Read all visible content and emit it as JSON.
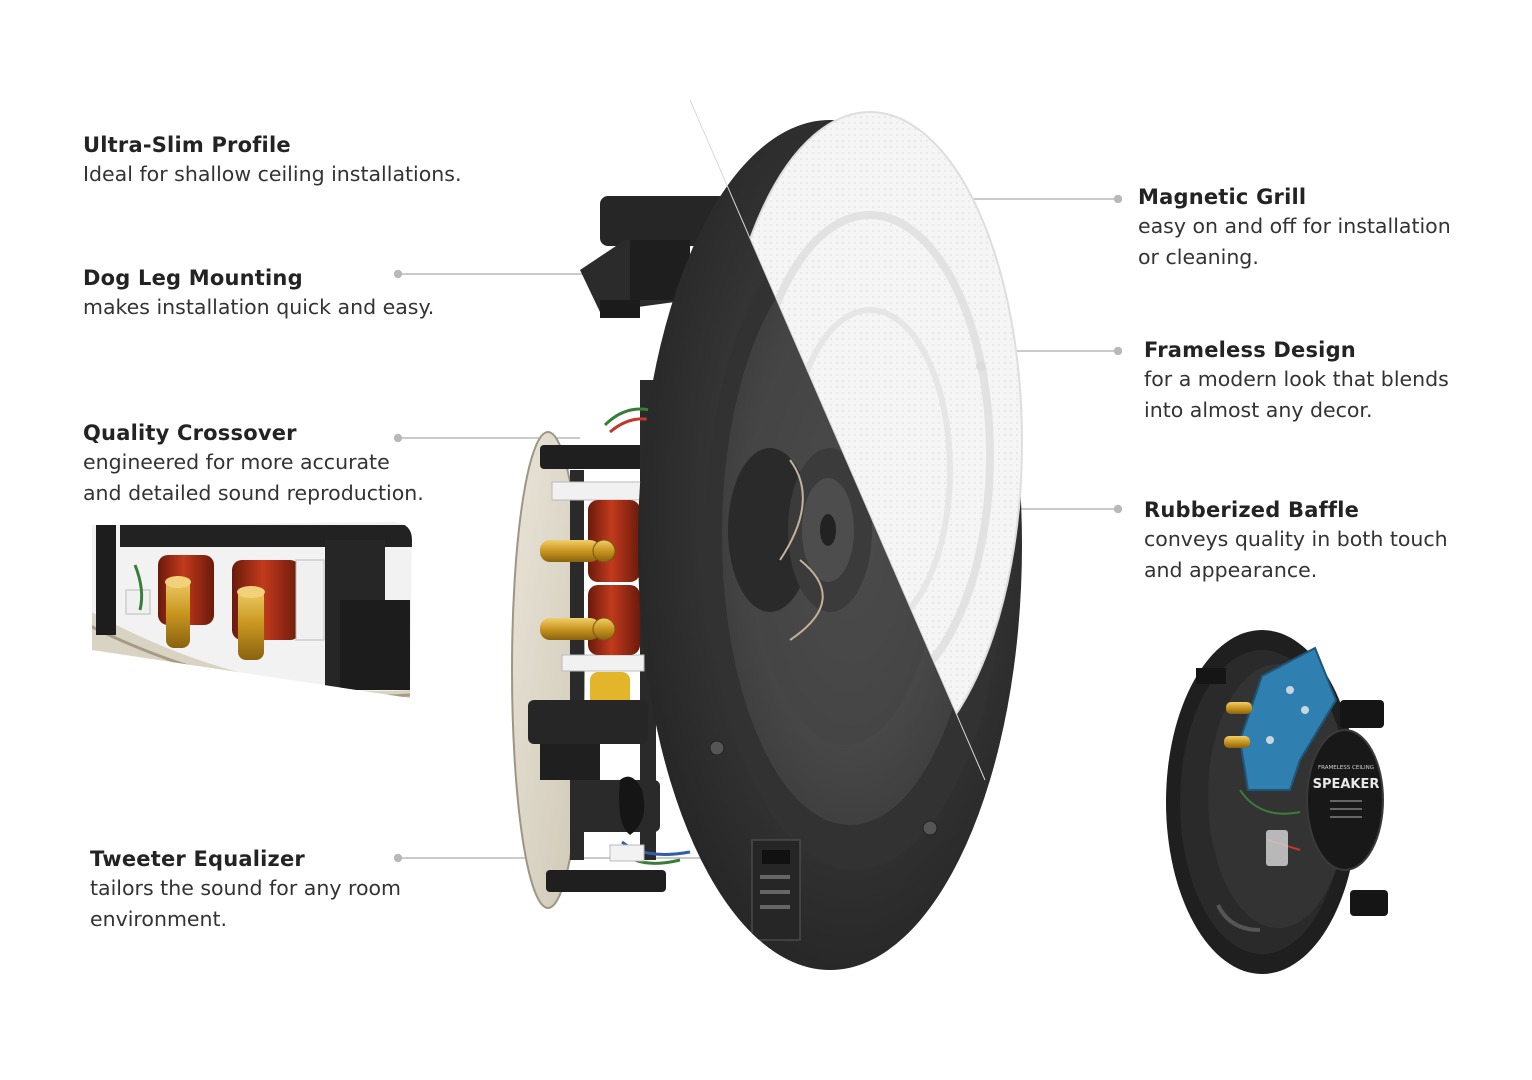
{
  "features": {
    "ultra_slim": {
      "title": "Ultra-Slim Profile",
      "desc": "Ideal for shallow ceiling installations."
    },
    "dog_leg": {
      "title": "Dog Leg Mounting",
      "desc": "makes installation quick and easy."
    },
    "crossover": {
      "title": "Quality Crossover",
      "desc": "engineered for more accurate\nand detailed sound reproduction."
    },
    "tweeter": {
      "title": "Tweeter Equalizer",
      "desc": "tailors the sound for any room\nenvironment."
    },
    "grill": {
      "title": "Magnetic Grill",
      "desc": "easy on and off for installation\nor cleaning."
    },
    "frameless": {
      "title": "Frameless Design",
      "desc": "for a modern look that blends\ninto almost any decor."
    },
    "baffle": {
      "title": "Rubberized Baffle",
      "desc": "conveys quality in both touch\nand appearance."
    }
  },
  "rear_label": {
    "line1": "FRAMELESS CEILING",
    "line2": "SPEAKER"
  },
  "colors": {
    "baffle": "#2c2c2c",
    "grill": "#f4f4f4",
    "coil": "#9b2a16",
    "brass": "#c9961f",
    "pcb_blue": "#2f7fb0",
    "leader": "#b9b9b9"
  }
}
